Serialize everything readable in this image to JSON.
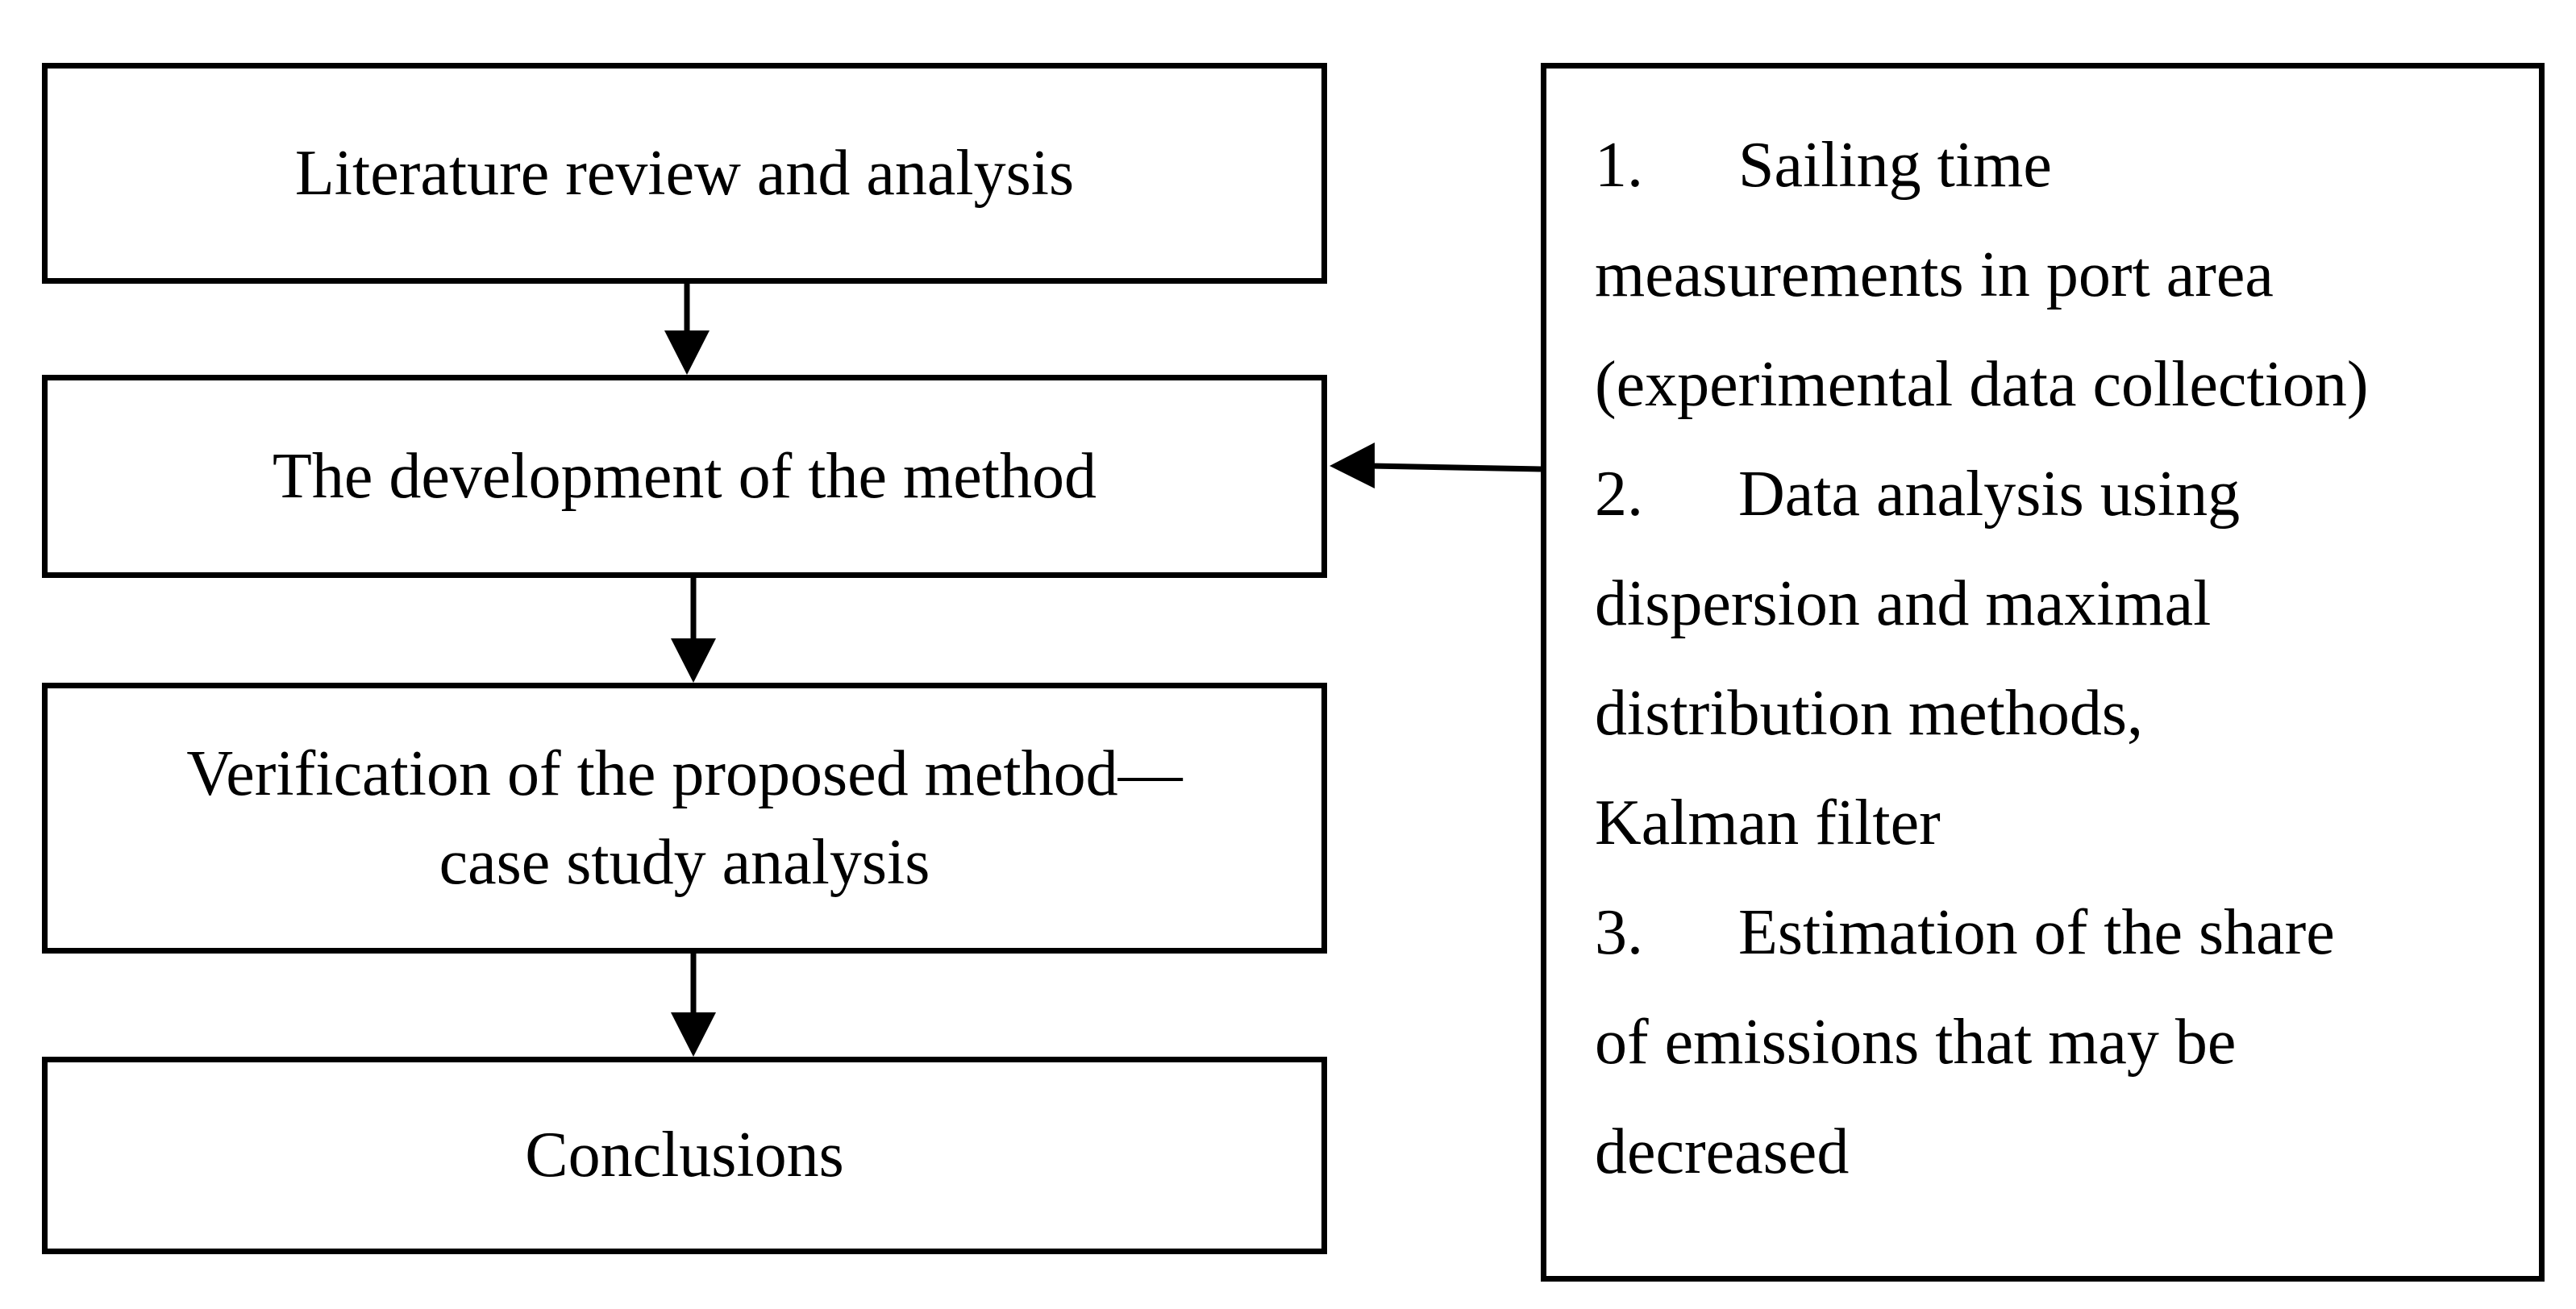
{
  "flow_boxes": {
    "box1": "Literature review and analysis",
    "box2": "The development of the method",
    "box3_line1": "Verification of the proposed method—",
    "box3_line2": "case study analysis",
    "box4": "Conclusions"
  },
  "side_box": {
    "step1_num": "1.",
    "step1_line1": "Sailing time",
    "step1_line2": "measurements in port area",
    "step1_line3": "(experimental data collection)",
    "step2_num": "2.",
    "step2_line1": "Data analysis using",
    "step2_line2": "dispersion and maximal",
    "step2_line3": "distribution methods,",
    "step2_line4": "Kalman filter",
    "step3_num": "3.",
    "step3_line1": "Estimation of the share",
    "step3_line2": "of emissions that may be",
    "step3_line3": "decreased"
  }
}
